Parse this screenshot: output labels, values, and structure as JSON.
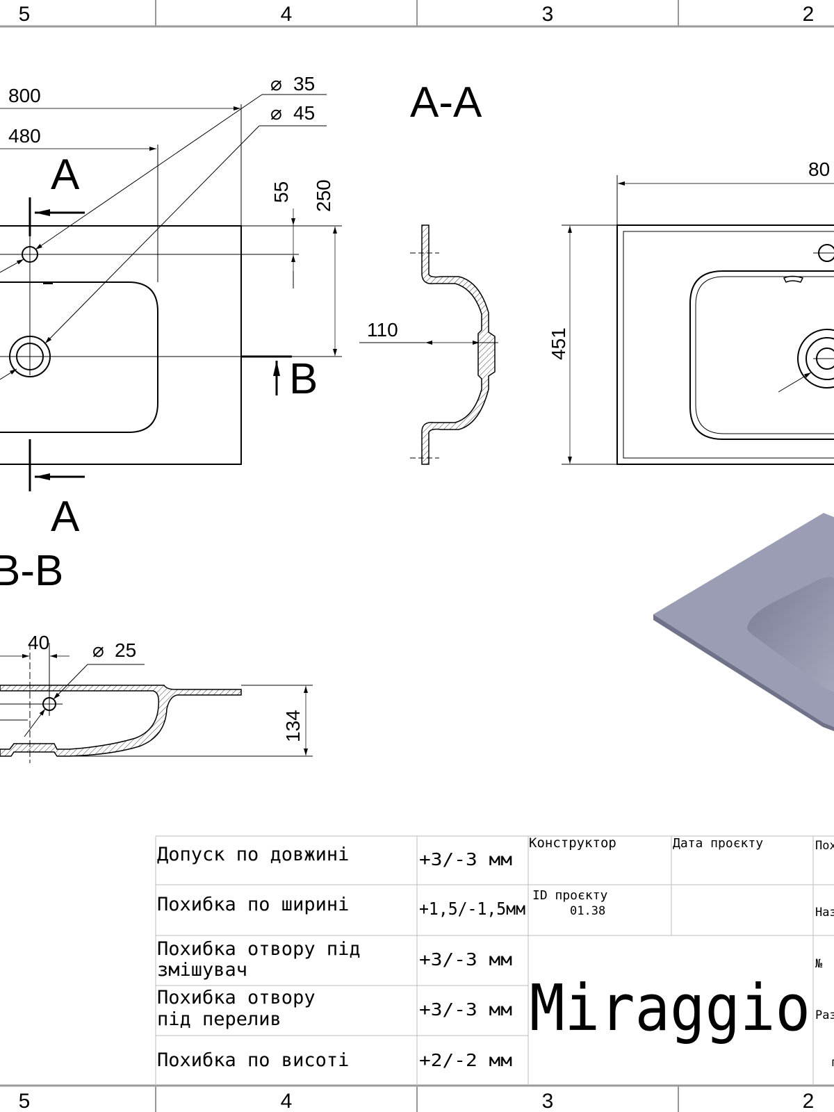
{
  "frame": {
    "zones_top": [
      "5",
      "4",
      "3",
      "2"
    ],
    "zones_bottom": [
      "5",
      "4",
      "3",
      "2"
    ]
  },
  "plan_view": {
    "dim_800": "800",
    "dim_480": "480",
    "dim_d35": "35",
    "dim_d45": "45",
    "dim_55": "55",
    "dim_250": "250",
    "section_a_top": "A",
    "section_a_bottom": "A",
    "section_b": "B"
  },
  "section_aa": {
    "title": "A-A",
    "dim_110": "110"
  },
  "right_view": {
    "dim_80": "80",
    "dim_451": "451"
  },
  "section_bb": {
    "title": "B-B",
    "dim_40": "40",
    "dim_d25": "25",
    "dim_134": "134"
  },
  "render_colors": {
    "top_surface": "#9a9db4",
    "basin": "#8f92a9",
    "edge": "#6f7289"
  },
  "title_block": {
    "tolerances": [
      {
        "label_line1": "Допуск по довжині",
        "label_line2": "",
        "value": "+3/-3 мм"
      },
      {
        "label_line1": "Похибка по ширині",
        "label_line2": "",
        "value": "+1,5/-1,5мм"
      },
      {
        "label_line1": "Похибка отвору під",
        "label_line2": "змішувач",
        "value": "+3/-3 мм"
      },
      {
        "label_line1": "Похибка отвору",
        "label_line2": "під перелив",
        "value": "+3/-3 мм"
      },
      {
        "label_line1": "Похибка по висоті",
        "label_line2": "",
        "value": "+2/-2 мм"
      }
    ],
    "designer_label": "Конструктор",
    "date_label": "Дата проєкту",
    "id_label": "ID проєкту",
    "id_value": "01.38",
    "brand": "Miraggio",
    "cut_labels": [
      "Пох",
      "Наз",
      "№",
      "Раз",
      "п"
    ]
  }
}
